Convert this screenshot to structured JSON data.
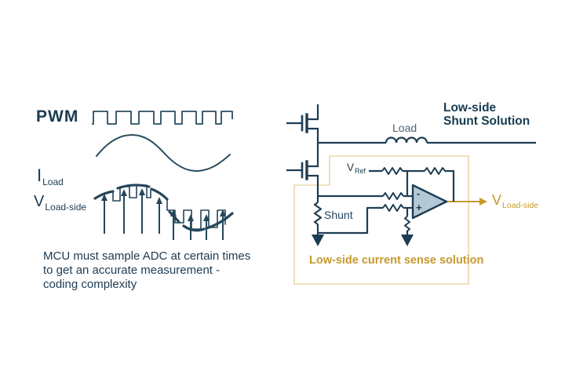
{
  "colors": {
    "navy_text": "#1c3b52",
    "circuit_line": "#1e3d53",
    "waveform_line": "#2b4d60",
    "gold_accent": "#c8992c",
    "sense_box_border": "#e9d9ab",
    "opamp_fill": "#b4c8d6",
    "background": "#ffffff"
  },
  "left": {
    "pwm_label": "PWM",
    "iload": {
      "base": "I",
      "sub": "Load"
    },
    "vload": {
      "base": "V",
      "sub": "Load-side"
    },
    "caption": {
      "line1": "MCU must sample ADC at certain times",
      "line2": "to get an accurate measurement -",
      "line3": "coding complexity"
    }
  },
  "circuit": {
    "title": {
      "line1": "Low-side",
      "line2": "Shunt Solution"
    },
    "load_label": "Load",
    "vref": {
      "base": "V",
      "sub": "Ref"
    },
    "shunt_label": "Shunt",
    "opamp": {
      "minus": "-",
      "plus": "+"
    },
    "output": {
      "base": "V",
      "sub": "Load-side"
    },
    "box_label": "Low-side current sense solution"
  }
}
